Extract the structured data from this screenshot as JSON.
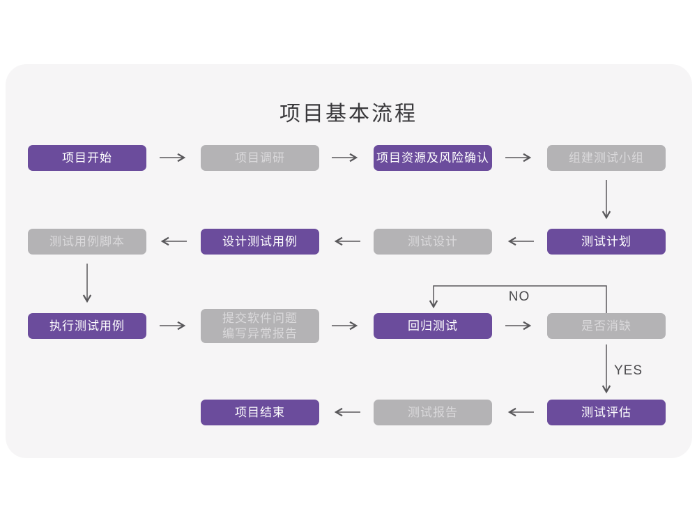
{
  "title": "项目基本流程",
  "edge_labels": {
    "no": "NO",
    "yes": "YES"
  },
  "colors": {
    "primary_box": "#6B4C9C",
    "secondary_box": "#B4B3B5",
    "canvas": "#F6F5F6",
    "arrow": "#58575A",
    "label": "#4A494C",
    "title": "#3A393C"
  },
  "nodes": {
    "start": "项目开始",
    "research": "项目调研",
    "risk": "项目资源及风险确认",
    "team": "组建测试小组",
    "plan": "测试计划",
    "design": "测试设计",
    "design_case": "设计测试用例",
    "script": "测试用例脚本",
    "execute": "执行测试用例",
    "issue_report": "提交软件问题\n编写异常报告",
    "regression": "回归测试",
    "defect_check": "是否消缺",
    "evaluate": "测试评估",
    "report": "测试报告",
    "end": "项目结束"
  }
}
